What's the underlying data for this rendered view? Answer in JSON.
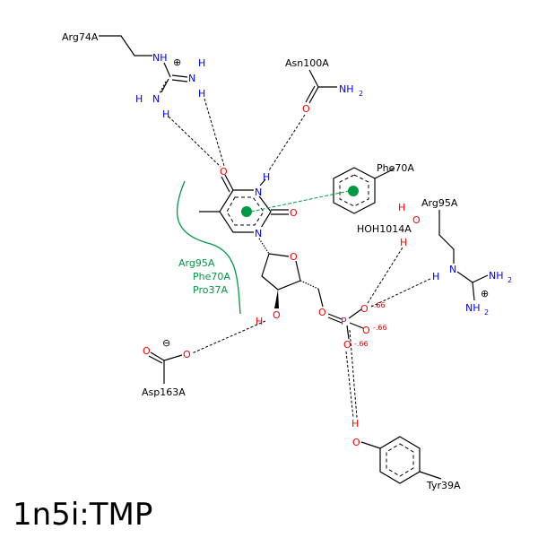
{
  "title": "1n5i:TMP",
  "residues": {
    "arg74": "Arg74A",
    "asn100": "Asn100A",
    "phe70": "Phe70A",
    "arg95": "Arg95A",
    "hoh": "HOH1014A",
    "asp163": "Asp163A",
    "tyr39": "Tyr39A"
  },
  "hydrophobic_contacts": [
    "Arg95A",
    "Phe70A",
    "Pro37A"
  ],
  "atoms": {
    "N": "N",
    "O": "O",
    "H": "H",
    "P": "P",
    "NH": "NH",
    "NH2": "NH",
    "sub2": "2"
  },
  "charges": {
    "plus": "⊕",
    "minus": "⊖",
    "partial": "-.66"
  },
  "colors": {
    "hydrophobic": "#009944",
    "nitrogen": "#0000ff",
    "oxygen": "#ff0000",
    "phosphorus": "#cc00aa"
  }
}
